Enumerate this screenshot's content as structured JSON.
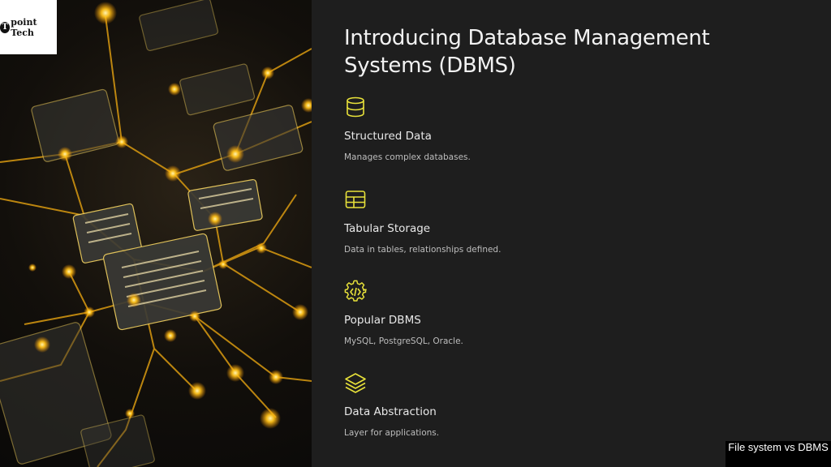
{
  "logo": {
    "text": "point Tech",
    "mark": "T"
  },
  "title": "Introducing Database Management Systems (DBMS)",
  "features": [
    {
      "icon": "database-icon",
      "heading": "Structured Data",
      "description": "Manages complex databases."
    },
    {
      "icon": "table-icon",
      "heading": "Tabular Storage",
      "description": "Data in tables, relationships defined."
    },
    {
      "icon": "code-gear-icon",
      "heading": "Popular DBMS",
      "description": "MySQL, PostgreSQL, Oracle."
    },
    {
      "icon": "layers-icon",
      "heading": "Data Abstraction",
      "description": "Layer for applications."
    }
  ],
  "footer_label": "File system vs DBMS",
  "colors": {
    "accent": "#e8e23a",
    "background": "#1e1e1e",
    "glow": "#ffb000"
  }
}
